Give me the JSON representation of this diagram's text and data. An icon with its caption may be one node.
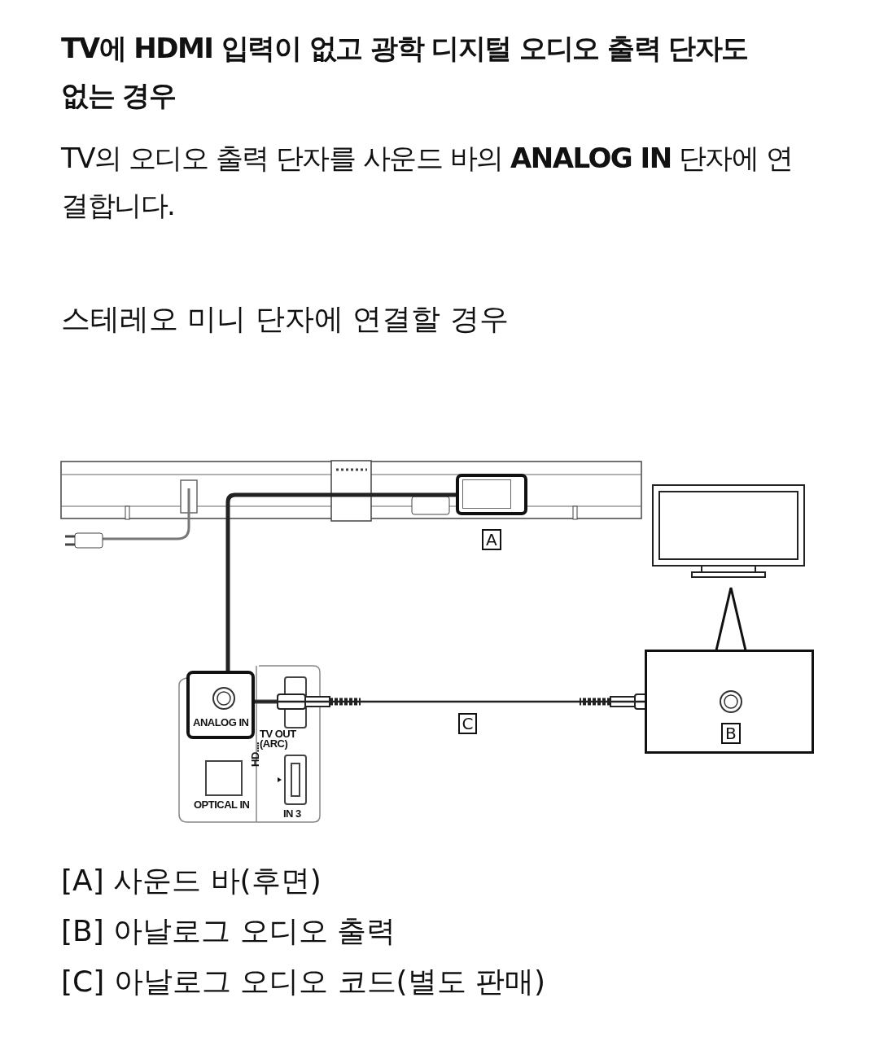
{
  "diagram": {
    "title": "TV에 HDMI 입력이 없고 광학 디지털 오디오 출력 단자도 없는 경우",
    "nodes": [
      {
        "text": [
          "ANALOG IN"
        ]
      },
      {
        "text": [
          "B"
        ]
      },
      {
        "text": [],
        "shape": "box"
      }
    ],
    "edges": [
      {
        "from": 0,
        "to": 1,
        "arrow": "none",
        "label": "C"
      },
      {
        "from": 0,
        "to": 2,
        "arrow": "none",
        "style": "thick"
      }
    ],
    "labels": [
      "TV의 오디오 출력 단자를 사운드 바의 **ANALOG IN** 단자에 연결합니다.",
      "스테레오 미니 단자에 연결할 경우",
      "A",
      "TV OUT (ARC)",
      "HD....",
      "OPTICAL IN",
      "IN 3",
      "[A] 사운드 바(후면)",
      "[B] 아날로그 오디오 출력",
      "[C] 아날로그 오디오 코드(별도 판매)"
    ]
  }
}
